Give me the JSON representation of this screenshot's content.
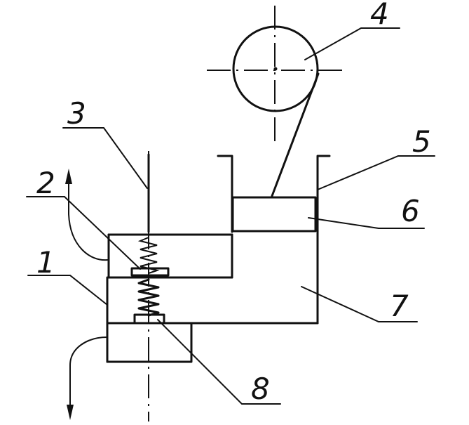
{
  "diagram": {
    "labels": {
      "l1": "1",
      "l2": "2",
      "l3": "3",
      "l4": "4",
      "l5": "5",
      "l6": "6",
      "l7": "7",
      "l8": "8"
    }
  }
}
